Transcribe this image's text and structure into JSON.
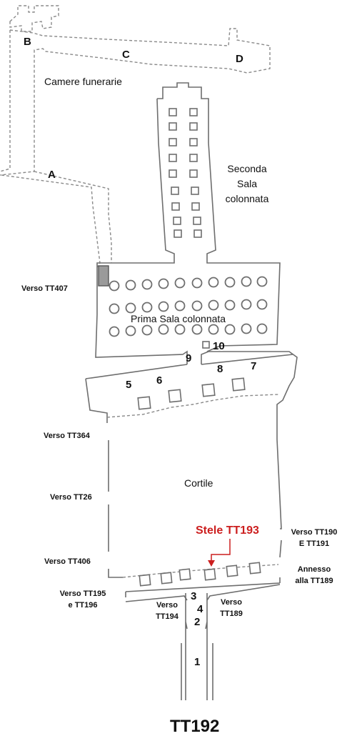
{
  "labels": {
    "corridor_A": "A",
    "corridor_B": "B",
    "corridor_C": "C",
    "corridor_D": "D",
    "burial_chambers": "Camere funerarie",
    "second_hall": "Seconda\nSala\ncolonnata",
    "first_hall": "Prima Sala colonnata",
    "courtyard": "Cortile",
    "toward_tt407": "Verso TT407",
    "toward_tt364": "Verso TT364",
    "toward_tt26": "Verso TT26",
    "toward_tt406": "Verso TT406",
    "toward_tt195_196": "Verso TT195\ne TT196",
    "toward_tt194": "Verso\nTT194",
    "toward_tt189": "Verso\nTT189",
    "toward_tt190_191": "Verso TT190\nE TT191",
    "annex_tt189": "Annesso\nalla TT189",
    "stele": "Stele TT193",
    "title": "TT192"
  },
  "numbers": {
    "n1": "1",
    "n2": "2",
    "n3": "3",
    "n4": "4",
    "n5": "5",
    "n6": "6",
    "n7": "7",
    "n8": "8",
    "n9": "9",
    "n10": "10"
  },
  "colors": {
    "walls": "#6e6e6e",
    "stele_marker": "#9a9a9a",
    "stele_label": "#cc1f1f"
  }
}
